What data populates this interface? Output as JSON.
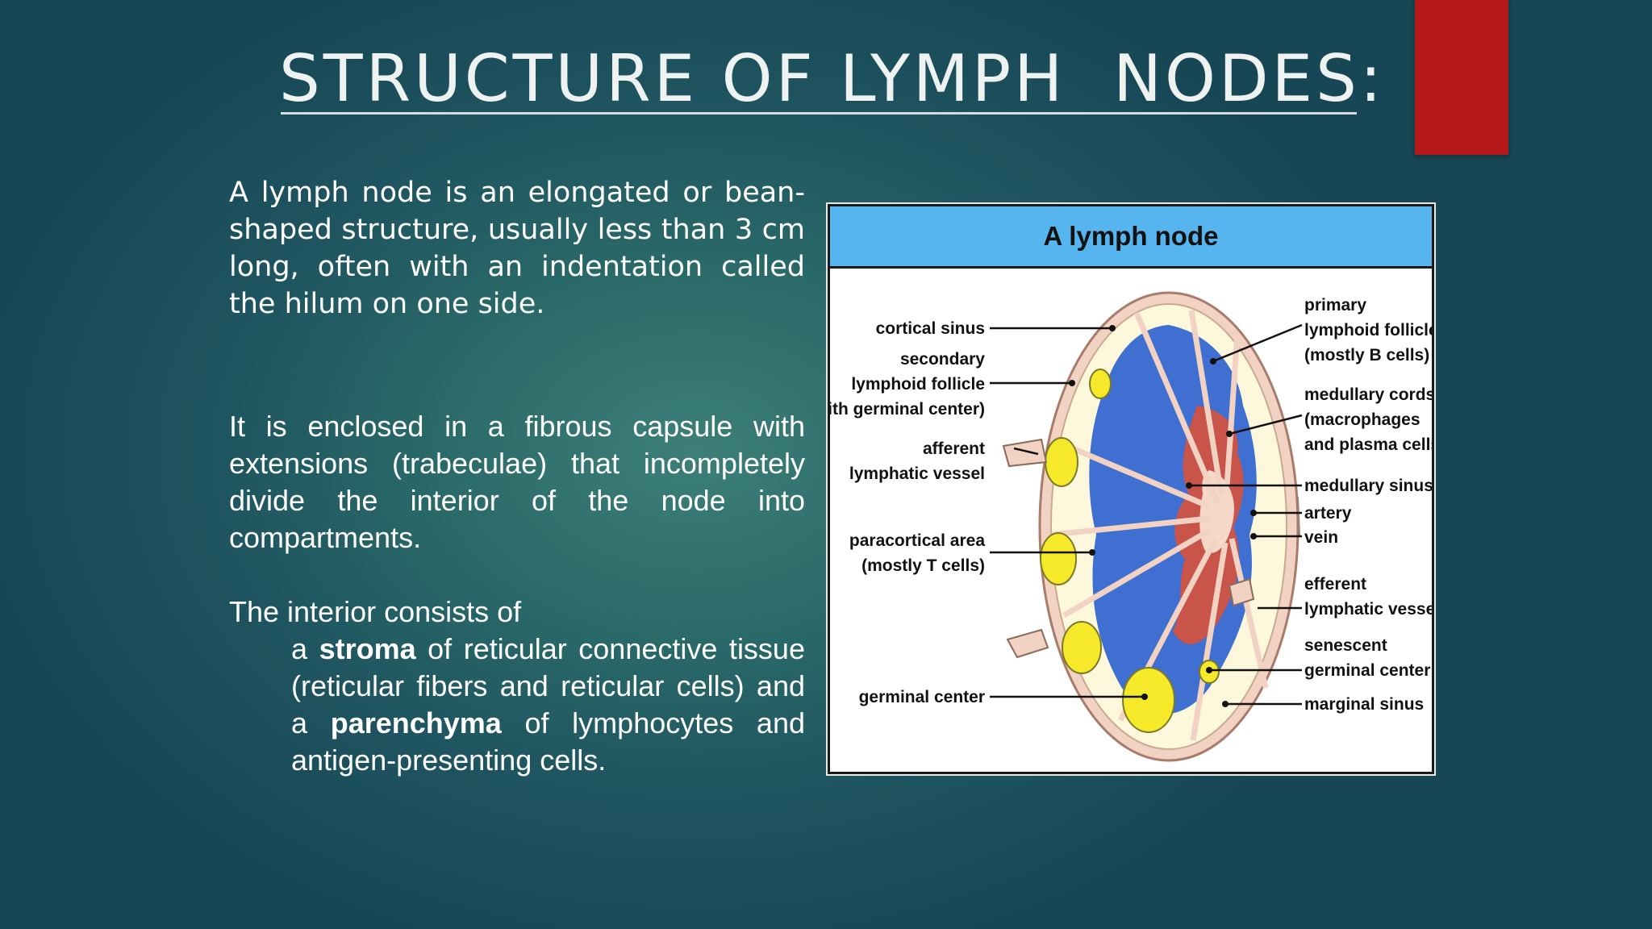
{
  "slide": {
    "title": "STRUCTURE OF LYMPH  NODES:",
    "para1": "A lymph node is an elongated or  bean-shaped structure, usually less  than 3 cm long, often with an  indentation called the hilum on one  side.",
    "para2": "It is enclosed in a fibrous capsule  with extensions (trabeculae) that  incompletely divide the interior of the  node into compartments.",
    "para3_intro": "The interior consists of",
    "para3_a1": "a ",
    "para3_stroma": "stroma",
    "para3_a2": " of reticular connective  tissue (reticular fibers and  reticular cells) and a ",
    "para3_parenchyma": "parenchyma",
    "para3_a3": " of lymphocytes  and antigen-presenting cells."
  },
  "figure": {
    "title": "A lymph node",
    "labels_left": {
      "cortical_sinus": "cortical sinus",
      "secondary_1": "secondary",
      "secondary_2": "lymphoid follicle",
      "secondary_3": "(with germinal center)",
      "afferent_1": "afferent",
      "afferent_2": "lymphatic vessel",
      "paracortical_1": "paracortical area",
      "paracortical_2": "(mostly T cells)",
      "germinal_center": "germinal center"
    },
    "labels_right": {
      "primary_1": "primary",
      "primary_2": "lymphoid follicle",
      "primary_3": "(mostly B cells)",
      "medcords_1": "medullary cords",
      "medcords_2": "(macrophages",
      "medcords_3": "and plasma cells)",
      "medullary_sinus": "medullary sinus",
      "artery": "artery",
      "vein": "vein",
      "efferent_1": "efferent",
      "efferent_2": "lymphatic vessel",
      "senescent_1": "senescent",
      "senescent_2": "germinal center",
      "marginal_sinus": "marginal sinus"
    }
  },
  "colors": {
    "background": "#2a6a69",
    "accent_red": "#b5191a",
    "figure_header": "#56b4ee",
    "paracortex_blue": "#3f6fd0",
    "medulla_red": "#c9544a",
    "follicle_yellow": "#f5e92a",
    "cortex_cream": "#fdf7dc",
    "capsule_pink": "#f2d3c3"
  }
}
